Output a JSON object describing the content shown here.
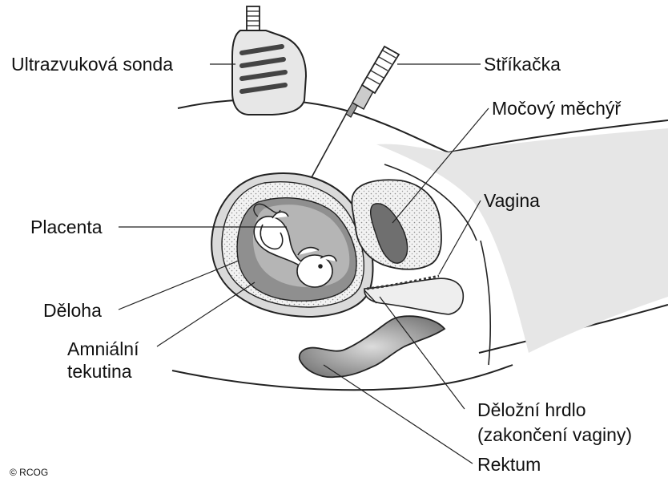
{
  "labels": {
    "ultrasound_probe": "Ultrazvuková sonda",
    "syringe": "Stříkačka",
    "bladder": "Močový měchýř",
    "vagina": "Vagina",
    "placenta": "Placenta",
    "uterus": "Děloha",
    "amniotic_fluid_line1": "Amniální",
    "amniotic_fluid_line2": "tekutina",
    "cervix_line1": "Děložní hrdlo",
    "cervix_line2": "(zakončení vaginy)",
    "rectum": "Rektum"
  },
  "copyright": "© RCOG"
}
